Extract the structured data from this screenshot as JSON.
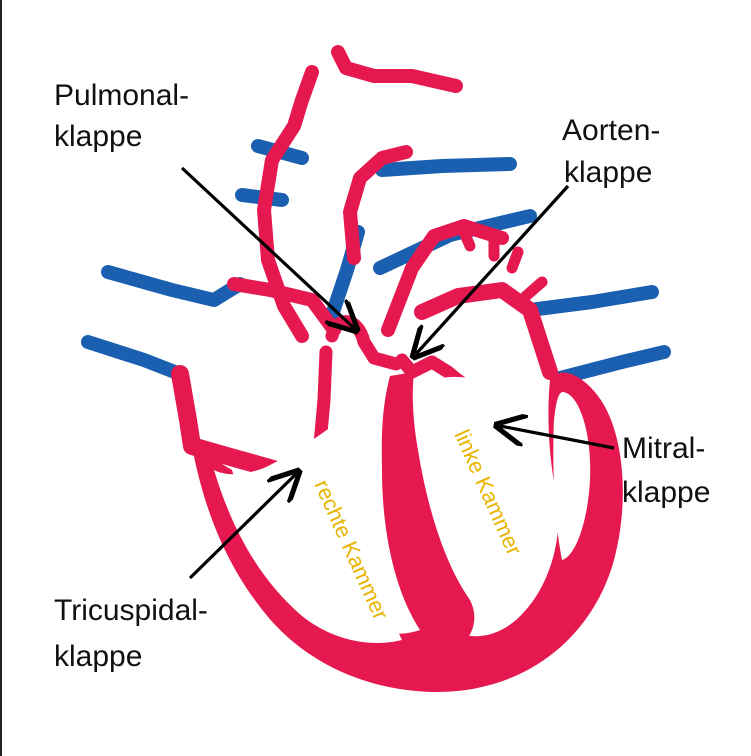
{
  "labels": {
    "pulmonal_1": "Pulmonal-",
    "pulmonal_2": "klappe",
    "aorten_1": "Aorten-",
    "aorten_2": "klappe",
    "mitral_1": "Mitral-",
    "mitral_2": "klappe",
    "tricuspidal_1": "Tricuspidal-",
    "tricuspidal_2": "klappe",
    "rechte_kammer": "rechte Kammer",
    "linke_kammer": "linke Kammer"
  },
  "colors": {
    "artery_red": "#e5194f",
    "vein_blue": "#1a5fb0",
    "chamber_label": "#e8b400",
    "arrow": "#000000"
  }
}
